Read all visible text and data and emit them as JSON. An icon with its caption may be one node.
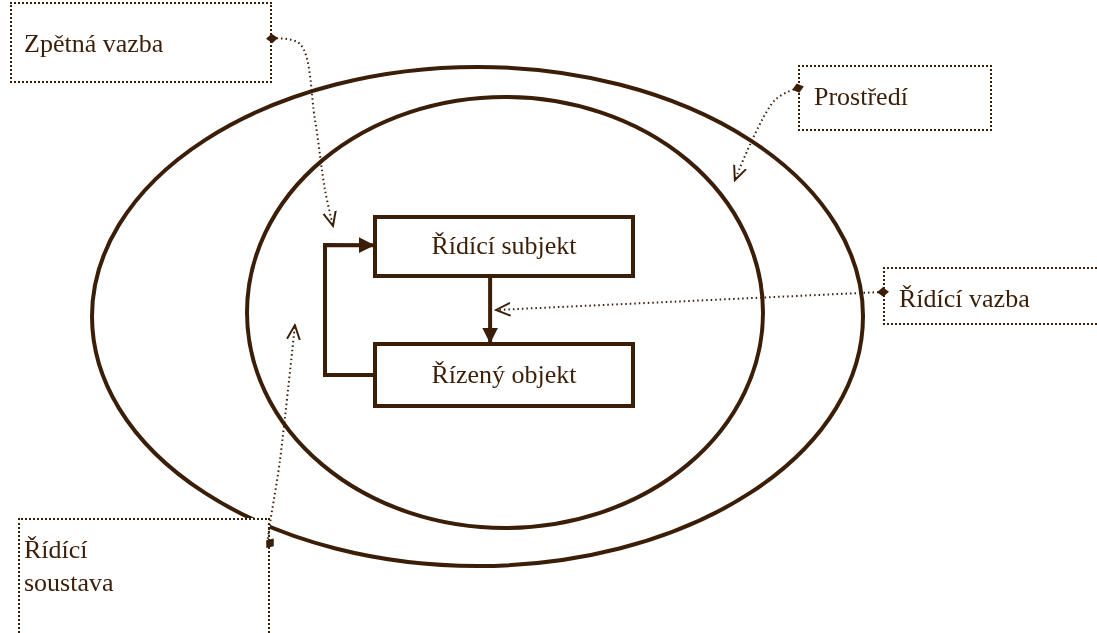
{
  "diagram": {
    "nodes": [
      {
        "text": [],
        "shape": "ellipse"
      },
      {
        "text": [],
        "shape": "ellipse",
        "in": 0
      },
      {
        "text": [
          "Řídící subjekt"
        ],
        "in": 1
      },
      {
        "text": [
          "Řízený objekt"
        ],
        "in": 1
      },
      {
        "text": [
          "Zpětná vazba"
        ]
      },
      {
        "text": [
          "Prostředí"
        ]
      },
      {
        "text": [
          "Řídící vazba"
        ]
      },
      {
        "text": [
          "Řídící soustava"
        ]
      }
    ],
    "edges": [
      {
        "from": 2,
        "to": 3,
        "arrow": "to",
        "style": "thick"
      },
      {
        "from": 3,
        "to": 2,
        "arrow": "to",
        "style": "thick"
      },
      {
        "from": 4,
        "to": null,
        "arrow": "to",
        "style": "dashed"
      },
      {
        "from": 5,
        "to": 0,
        "arrow": "to",
        "style": "dashed"
      },
      {
        "from": 6,
        "to": null,
        "arrow": "to",
        "style": "dashed"
      },
      {
        "from": 7,
        "to": 1,
        "arrow": "to",
        "style": "dashed"
      }
    ]
  }
}
